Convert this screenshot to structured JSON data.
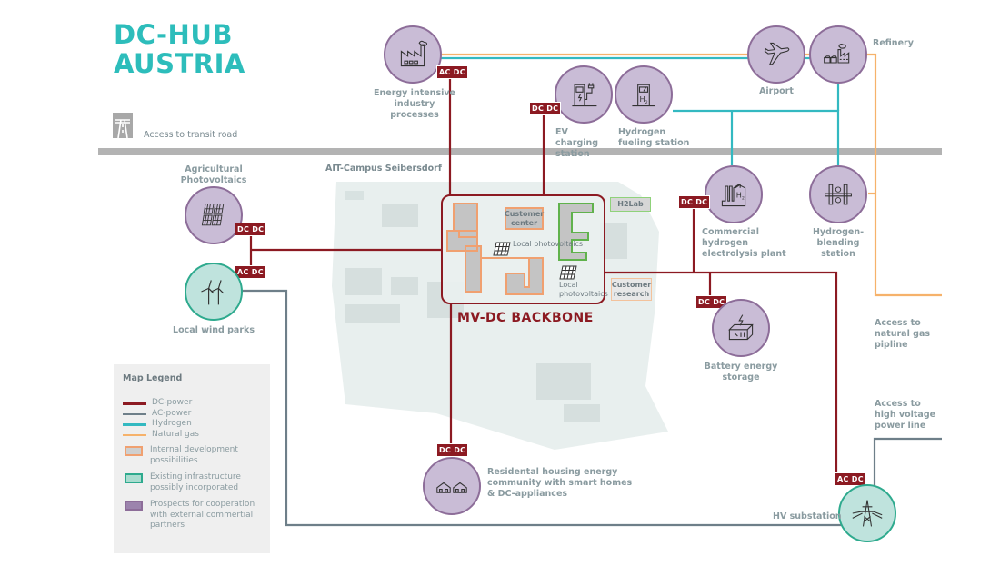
{
  "title": {
    "line1": "DC-HUB",
    "line2": "AUSTRIA"
  },
  "colors": {
    "dc_power": "#8c1a22",
    "ac_power": "#6e7f89",
    "hydrogen": "#33b9c1",
    "natural_gas": "#f6b26b",
    "title": "#2dbdbb",
    "external_node": "#c9bcd6",
    "existing_node": "#bfe3dd"
  },
  "road": {
    "label": "Access to transit road",
    "icon": "highway-icon"
  },
  "campus": {
    "label": "AIT-Campus Seibersdorf"
  },
  "backbone": {
    "title": "MV-DC BACKBONE",
    "buildings": [
      {
        "label": "Customer center",
        "type": "internal"
      },
      {
        "label": "H2Lab",
        "type": "existing"
      },
      {
        "label": "Customer research",
        "type": "internal"
      }
    ],
    "pv": [
      {
        "label": "Local photovoltaics",
        "icon": "solar-panel-icon"
      },
      {
        "label": "Local photovoltaics",
        "icon": "solar-panel-icon"
      }
    ]
  },
  "nodes": {
    "industry": {
      "label": "Energy intensive industry processes",
      "icon": "factory-icon",
      "converter": "AC DC"
    },
    "ev": {
      "label": "EV charging station",
      "icon": "ev-charger-icon",
      "converter": "DC DC"
    },
    "h2fuel": {
      "label": "Hydrogen fueling station",
      "icon": "hydrogen-pump-icon"
    },
    "airport": {
      "label": "Airport",
      "icon": "airplane-icon"
    },
    "refinery": {
      "label": "Refinery",
      "icon": "refinery-icon"
    },
    "agripv": {
      "label": "Agricultural Photovoltaics",
      "icon": "solar-panel-icon",
      "converter": "DC DC"
    },
    "wind": {
      "label": "Local wind parks",
      "icon": "wind-turbine-icon",
      "converter": "AC DC"
    },
    "electrolysis": {
      "label": "Commercial hydrogen electrolysis plant",
      "icon": "electrolysis-plant-icon",
      "converter": "DC DC"
    },
    "blending": {
      "label": "Hydrogen-blending station",
      "icon": "blending-valve-icon"
    },
    "battery": {
      "label": "Battery energy storage",
      "icon": "battery-icon",
      "converter": "DC DC"
    },
    "housing": {
      "label": "Residental housing energy community with smart homes & DC-appliances",
      "icon": "houses-icon",
      "converter": "DC DC"
    },
    "hv": {
      "label": "HV substation",
      "icon": "power-pylon-icon",
      "converter": "AC DC"
    }
  },
  "access": {
    "gas": "Access to natural gas pipline",
    "hv": "Access to high voltage power line"
  },
  "legend": {
    "title": "Map Legend",
    "lines": [
      {
        "label": "DC-power",
        "color": "#8c1a22"
      },
      {
        "label": "AC-power",
        "color": "#6e7f89"
      },
      {
        "label": "Hydrogen",
        "color": "#33b9c1"
      },
      {
        "label": "Natural gas",
        "color": "#f6b26b"
      }
    ],
    "areas": [
      {
        "label": "Internal development possibilities",
        "fill": "#cfcfcf",
        "stroke": "#f0a070"
      },
      {
        "label": "Existing infrastructure possibly incorporated",
        "fill": "#a9dccf",
        "stroke": "#2eaa8e"
      },
      {
        "label": "Prospects for cooperation with external commertial partners",
        "fill": "#9c84ad",
        "stroke": "#8d6d99"
      }
    ]
  }
}
